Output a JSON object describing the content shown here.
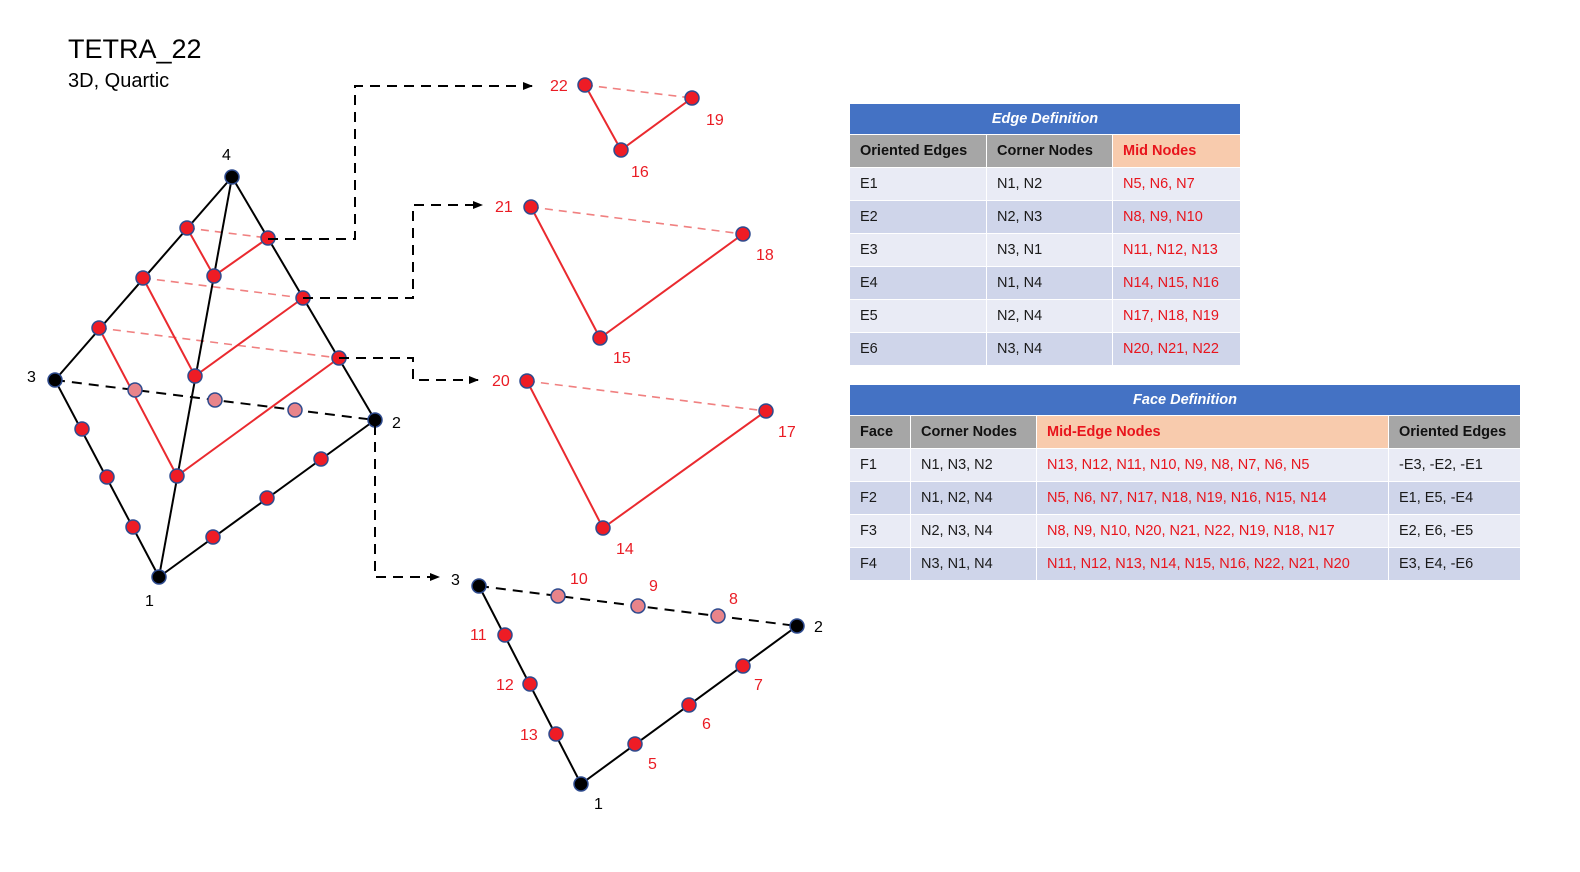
{
  "header": {
    "title": "TETRA_22",
    "subtitle": "3D, Quartic"
  },
  "diagram": {
    "main_labels": {
      "n1": "1",
      "n2": "2",
      "n3": "3",
      "n4": "4"
    },
    "slice_top": {
      "a": "22",
      "b": "19",
      "c": "16"
    },
    "slice_mid": {
      "a": "21",
      "b": "18",
      "c": "15"
    },
    "slice_low": {
      "a": "20",
      "b": "17",
      "c": "14"
    },
    "base": {
      "n1": "1",
      "n2": "2",
      "n3": "3",
      "n5": "5",
      "n6": "6",
      "n7": "7",
      "n8": "8",
      "n9": "9",
      "n10": "10",
      "n11": "11",
      "n12": "12",
      "n13": "13"
    },
    "colors": {
      "node_red": "#ee1c25",
      "node_faded": "#e8848a",
      "edge_red": "#ea2a2f",
      "corner": "#000000",
      "node_outline": "#2e4b8f"
    }
  },
  "edge_table": {
    "title": "Edge Definition",
    "headers": [
      "Oriented Edges",
      "Corner Nodes",
      "Mid Nodes"
    ],
    "rows": [
      [
        "E1",
        "N1, N2",
        "N5, N6, N7"
      ],
      [
        "E2",
        "N2, N3",
        "N8, N9, N10"
      ],
      [
        "E3",
        "N3, N1",
        "N11, N12, N13"
      ],
      [
        "E4",
        "N1, N4",
        "N14, N15, N16"
      ],
      [
        "E5",
        "N2, N4",
        "N17, N18, N19"
      ],
      [
        "E6",
        "N3, N4",
        "N20, N21, N22"
      ]
    ]
  },
  "face_table": {
    "title": "Face Definition",
    "headers": [
      "Face",
      "Corner Nodes",
      "Mid-Edge Nodes",
      "Oriented Edges"
    ],
    "rows": [
      [
        "F1",
        "N1, N3, N2",
        "N13, N12, N11, N10, N9, N8, N7, N6, N5",
        "-E3, -E2, -E1"
      ],
      [
        "F2",
        "N1, N2, N4",
        "N5, N6, N7, N17, N18, N19, N16, N15, N14",
        "E1, E5, -E4"
      ],
      [
        "F3",
        "N2, N3, N4",
        "N8, N9, N10, N20, N21, N22, N19, N18, N17",
        "E2, E6, -E5"
      ],
      [
        "F4",
        "N3, N1, N4",
        "N11, N12, N13, N14, N15, N16, N22, N21, N20",
        "E3, E4, -E6"
      ]
    ]
  }
}
